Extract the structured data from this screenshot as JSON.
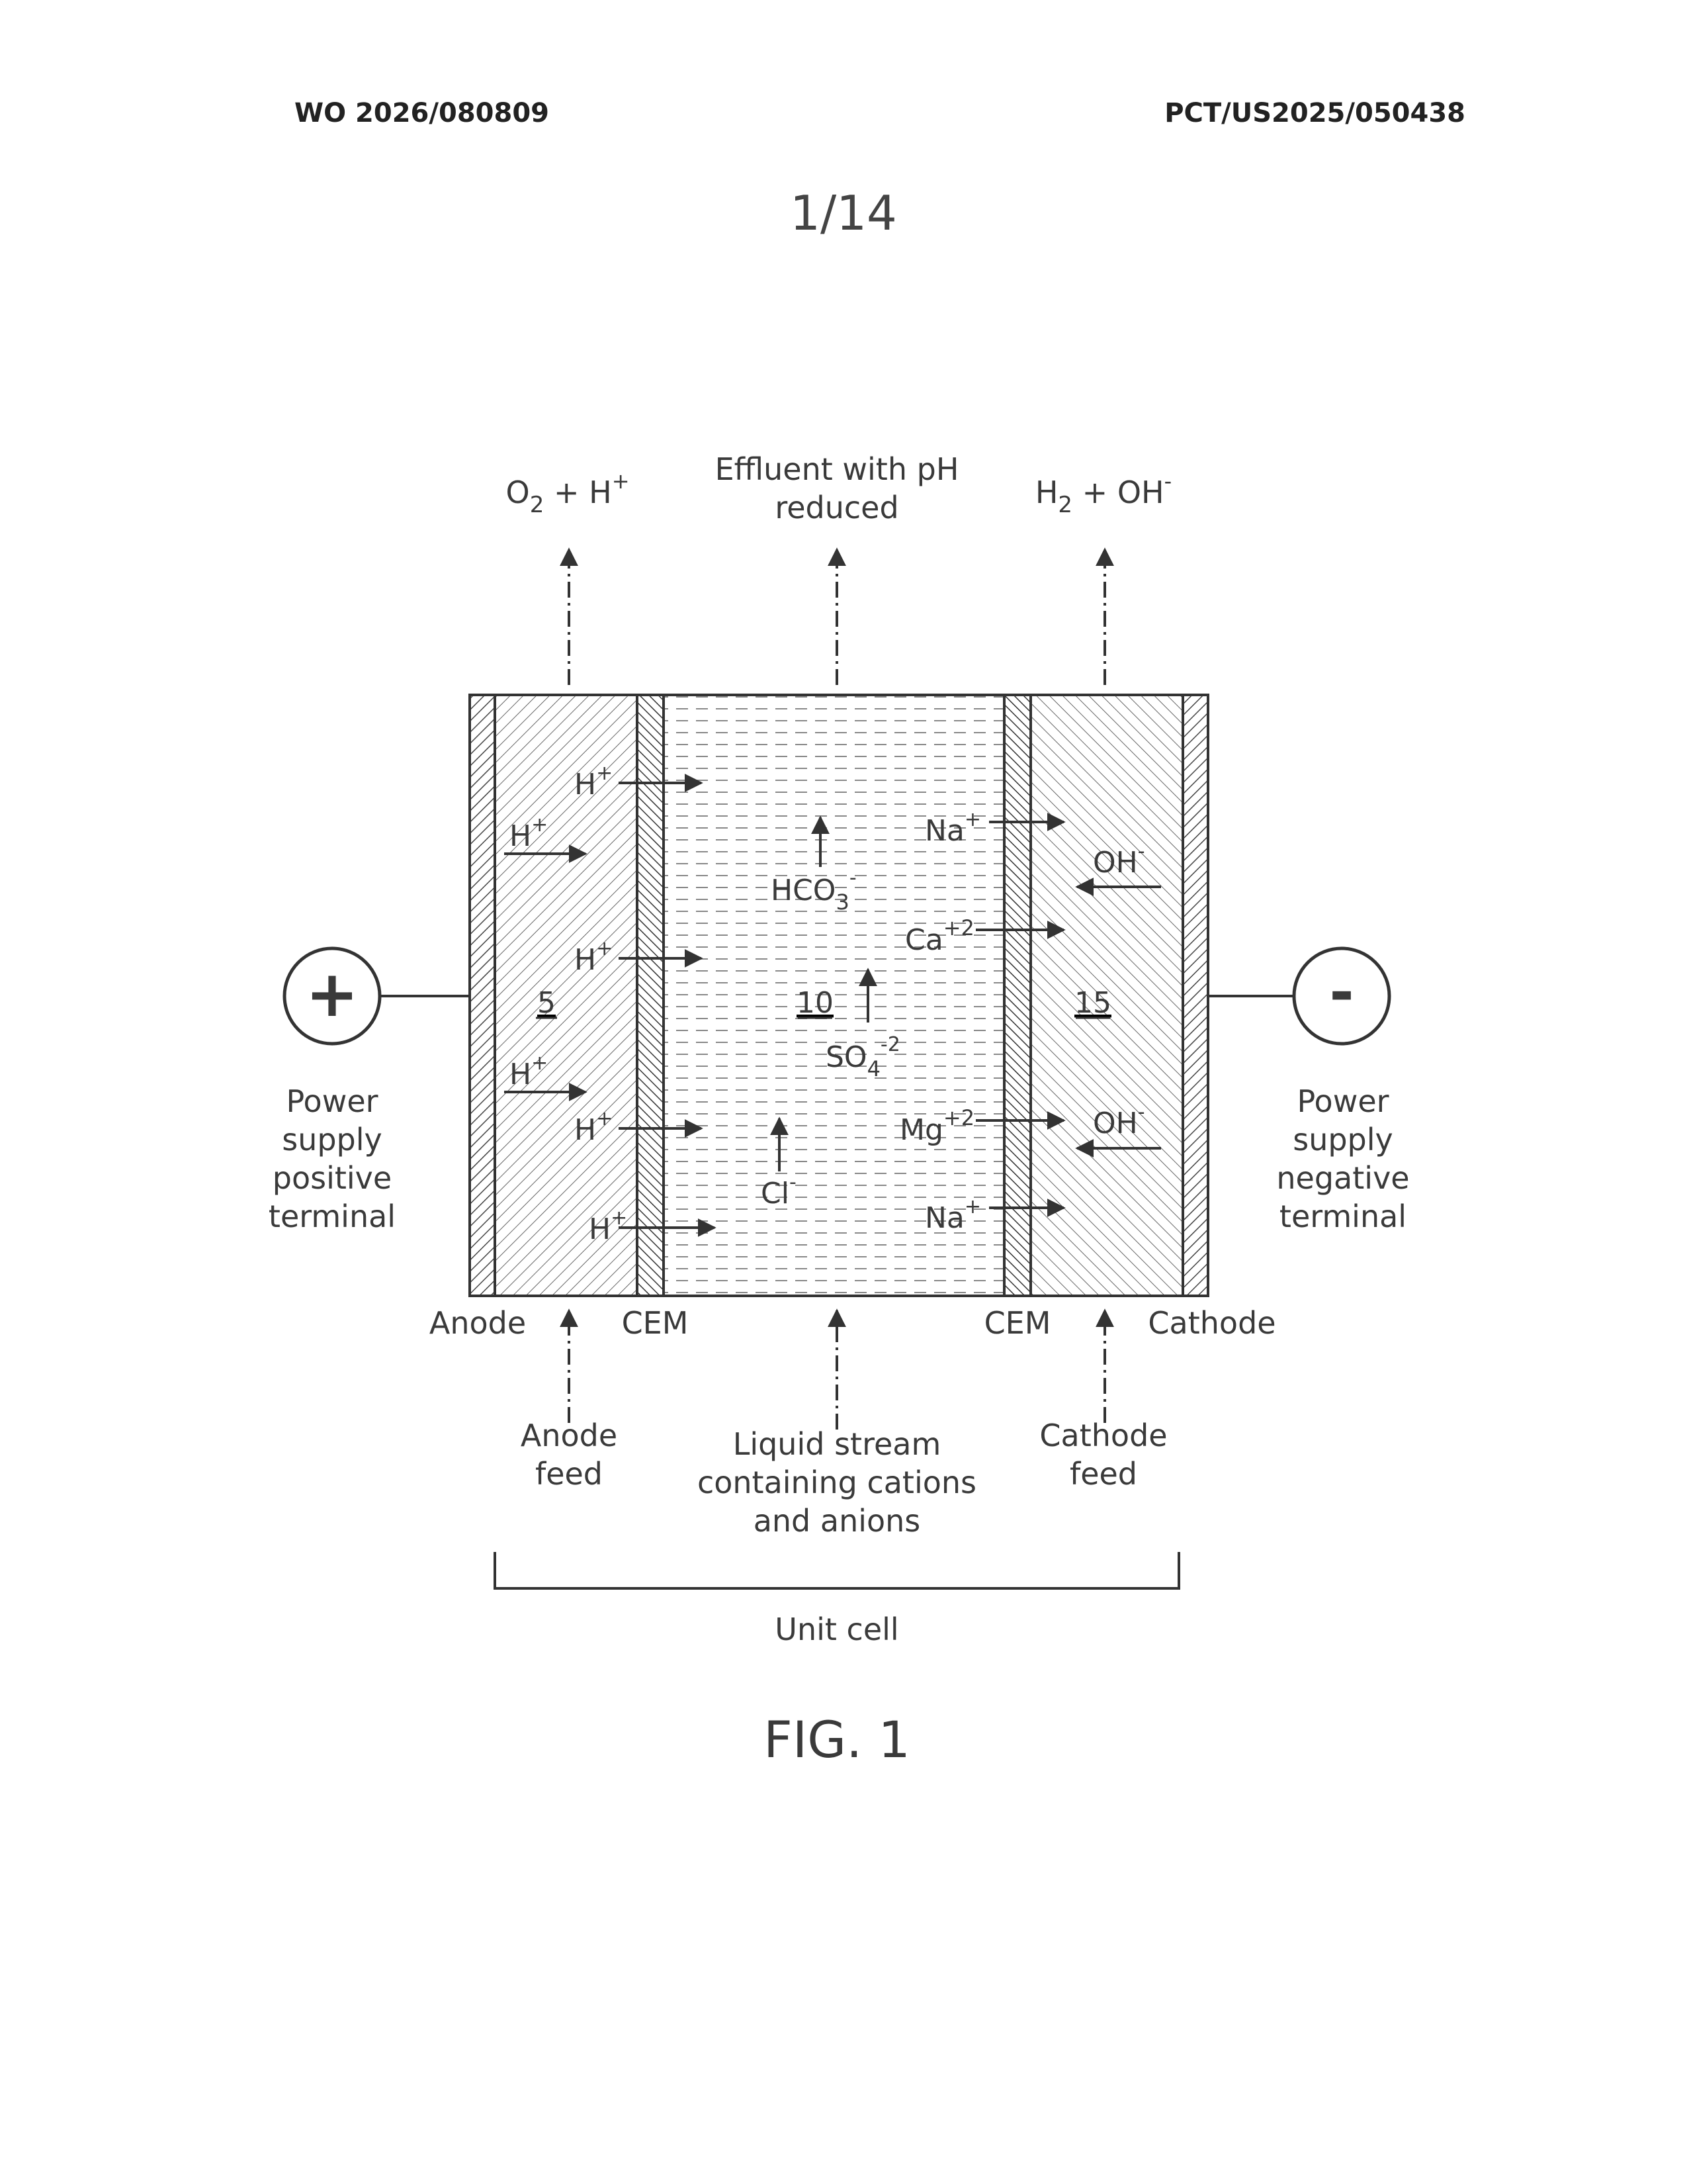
{
  "header": {
    "publication_number": "WO 2026/080809",
    "application_number": "PCT/US2025/050438",
    "sheet": "1/14"
  },
  "top_outputs": {
    "anode_output": {
      "base": "O",
      "sub": "2",
      "mid": " + H",
      "sup": "+"
    },
    "effluent_line1": "Effluent with pH",
    "effluent_line2": "reduced",
    "cathode_output": {
      "base": "H",
      "sub": "2",
      "mid": " + OH",
      "sup": "-"
    }
  },
  "terminals": {
    "positive_symbol": "+",
    "negative_symbol": "-",
    "positive_label": [
      "Power",
      "supply",
      "positive",
      "terminal"
    ],
    "negative_label": [
      "Power",
      "supply",
      "negative",
      "terminal"
    ]
  },
  "compartments": {
    "anode_number": "5",
    "middle_number": "10",
    "cathode_number": "15"
  },
  "ions": {
    "anode_h": "H",
    "plus": "+",
    "minus": "-",
    "hco3": {
      "base": "HCO",
      "sub": "3",
      "sup": "-"
    },
    "so4": {
      "base": "SO",
      "sub": "4",
      "sup": "-2"
    },
    "cl": {
      "base": "Cl",
      "sup": "-"
    },
    "na": {
      "base": "Na",
      "sup": "+"
    },
    "ca": {
      "base": "Ca",
      "sup": "+2"
    },
    "mg": {
      "base": "Mg",
      "sup": "+2"
    },
    "oh": {
      "base": "OH",
      "sup": "-"
    }
  },
  "bottom_labels": {
    "anode": "Anode",
    "cem_left": "CEM",
    "cem_right": "CEM",
    "cathode": "Cathode",
    "anode_feed": [
      "Anode",
      "feed"
    ],
    "liquid_stream": [
      "Liquid stream",
      "containing cations",
      "and anions"
    ],
    "cathode_feed": [
      "Cathode",
      "feed"
    ],
    "unit_cell": "Unit cell"
  },
  "figure_label": "FIG. 1"
}
